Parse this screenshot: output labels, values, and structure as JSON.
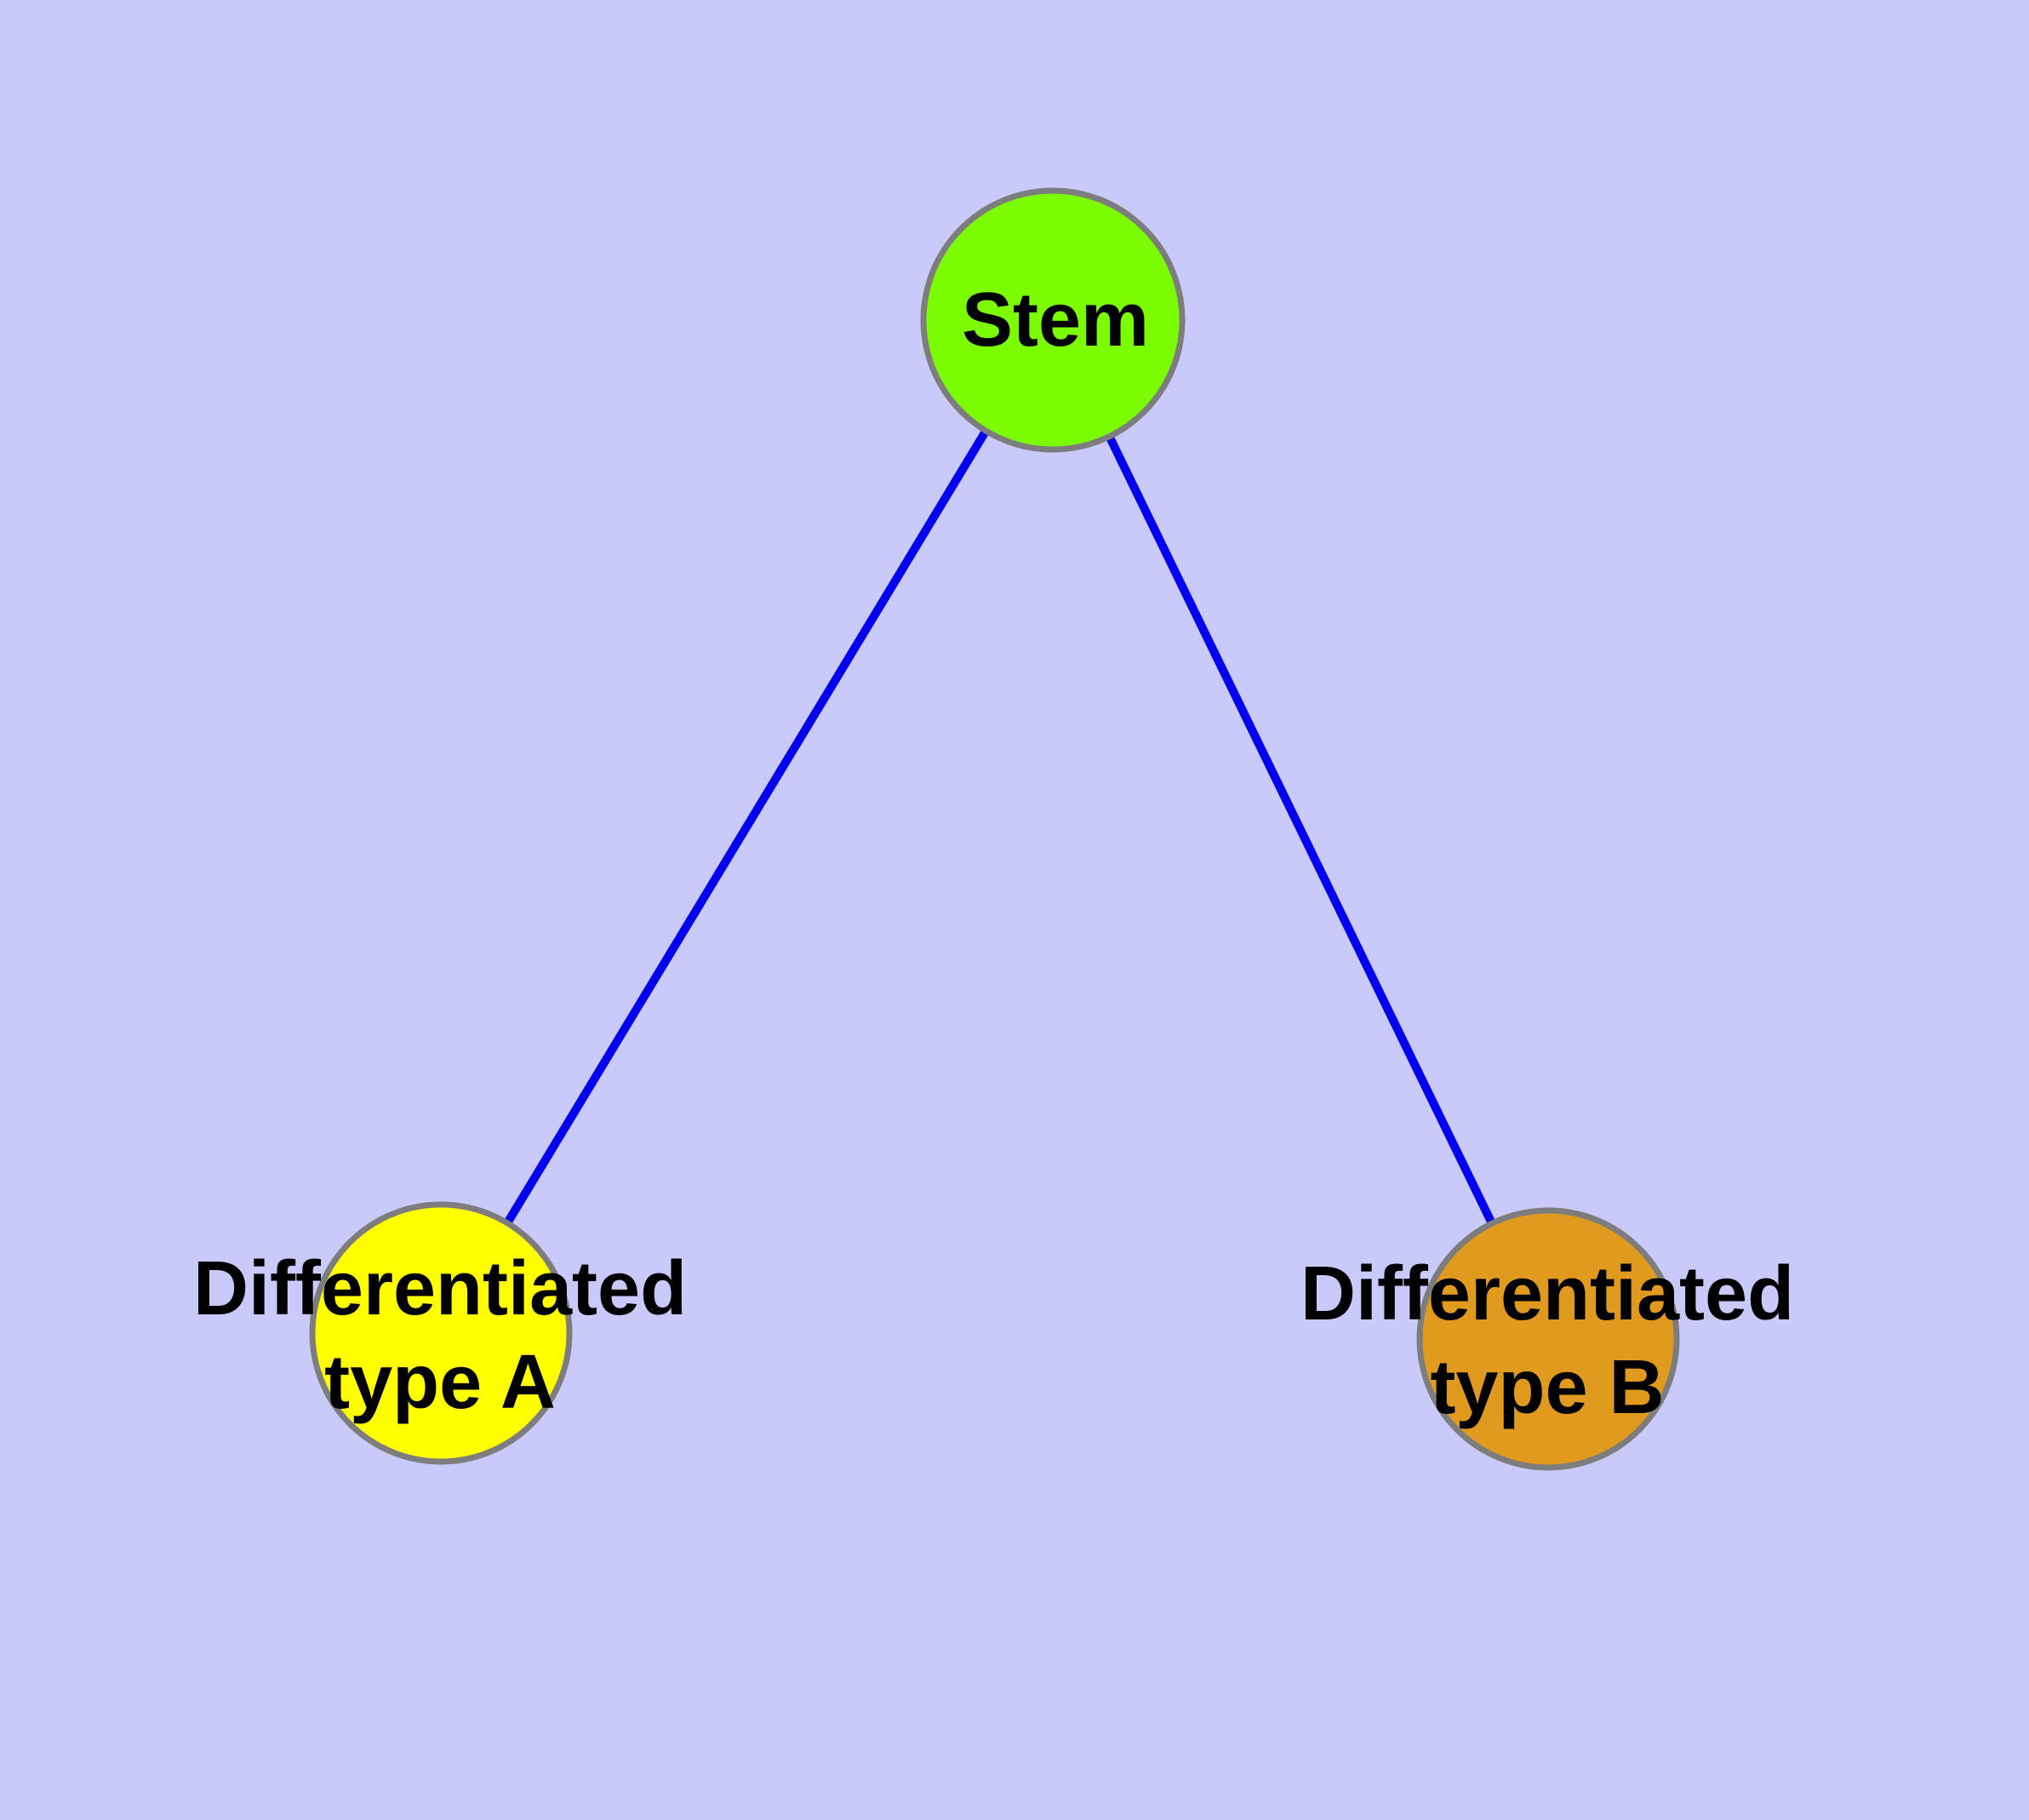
{
  "figure": {
    "type": "graph-diagram",
    "background_color": "#c9c9fa",
    "edge_color": "#0000ee",
    "node_border_color": "#7d7d7d",
    "label_color": "#000000",
    "nodes": [
      {
        "id": "stem",
        "label": "Stem",
        "lines": [
          "Stem"
        ],
        "fill": "#7cfc00"
      },
      {
        "id": "differentiated-type-a",
        "label": "Differentiated type A",
        "lines": [
          "Differentiated",
          "type A"
        ],
        "fill": "#ffff00"
      },
      {
        "id": "differentiated-type-b",
        "label": "Differentiated type B",
        "lines": [
          "Differentiated",
          "type B"
        ],
        "fill": "#e09a1e"
      }
    ],
    "edges": [
      {
        "from": "Stem",
        "to": "Differentiated type A"
      },
      {
        "from": "Stem",
        "to": "Differentiated type B"
      }
    ]
  }
}
